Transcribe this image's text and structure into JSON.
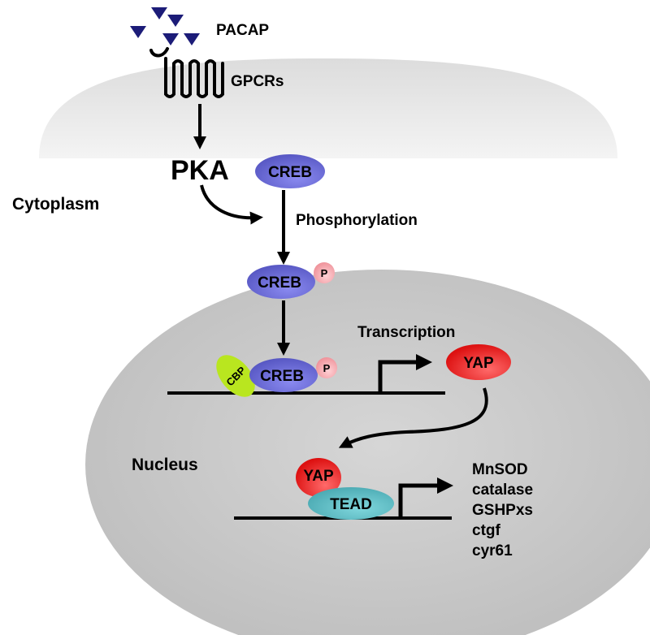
{
  "colors": {
    "membrane": "#e3e3e3",
    "nucleus": "#c9c9c9",
    "creb": "#6a6ad2",
    "phospho": "#f2a0a6",
    "yap": "#e51a1a",
    "tead": "#59b8c0",
    "cbp": "#b9e61f",
    "ligand": "#1c1c78",
    "arrow": "#000000"
  },
  "labels": {
    "pacap": "PACAP",
    "gpcrs": "GPCRs",
    "pka": "PKA",
    "cytoplasm": "Cytoplasm",
    "phosphorylation": "Phosphorylation",
    "transcription": "Transcription",
    "nucleus": "Nucleus"
  },
  "proteins": {
    "creb_cytoplasm": "CREB",
    "creb_phospho": "CREB",
    "creb_nuclear": "CREB",
    "phospho_mark_1": "P",
    "phospho_mark_2": "P",
    "cbp": "CBP",
    "yap_product": "YAP",
    "yap_bound": "YAP",
    "tead": "TEAD"
  },
  "target_genes": [
    "MnSOD",
    "catalase",
    "GSHPxs",
    "ctgf",
    "cyr61"
  ]
}
